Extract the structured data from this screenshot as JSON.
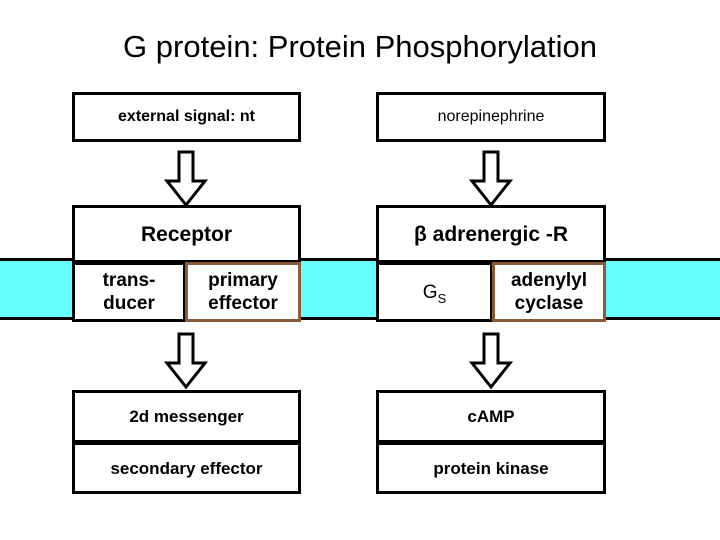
{
  "slide": {
    "title": "G protein: Protein Phosphorylation",
    "background_color": "#ffffff",
    "membrane_color": "#66ffff",
    "outline_color": "#000000",
    "accent_border_color": "#8c5a34"
  },
  "columns": {
    "generic": {
      "signal": "external signal: nt",
      "receptor": "Receptor",
      "transducer": "trans-\nducer",
      "transducer_line1": "trans-",
      "transducer_line2": "ducer",
      "primary_effector_line1": "primary",
      "primary_effector_line2": "effector",
      "second_messenger": "2d messenger",
      "secondary_effector": "secondary effector"
    },
    "specific": {
      "signal": "norepinephrine",
      "receptor": "β adrenergic -R",
      "transducer_main": "G",
      "transducer_sub": "S",
      "primary_effector_line1": "adenylyl",
      "primary_effector_line2": "cyclase",
      "second_messenger": "cAMP",
      "secondary_effector": "protein kinase"
    }
  },
  "arrows": {
    "icon": "down-block-arrow",
    "count": 4,
    "labels": [
      "signal-to-receptor-left",
      "signal-to-receptor-right",
      "effector-to-messenger-left",
      "effector-to-messenger-right"
    ]
  }
}
